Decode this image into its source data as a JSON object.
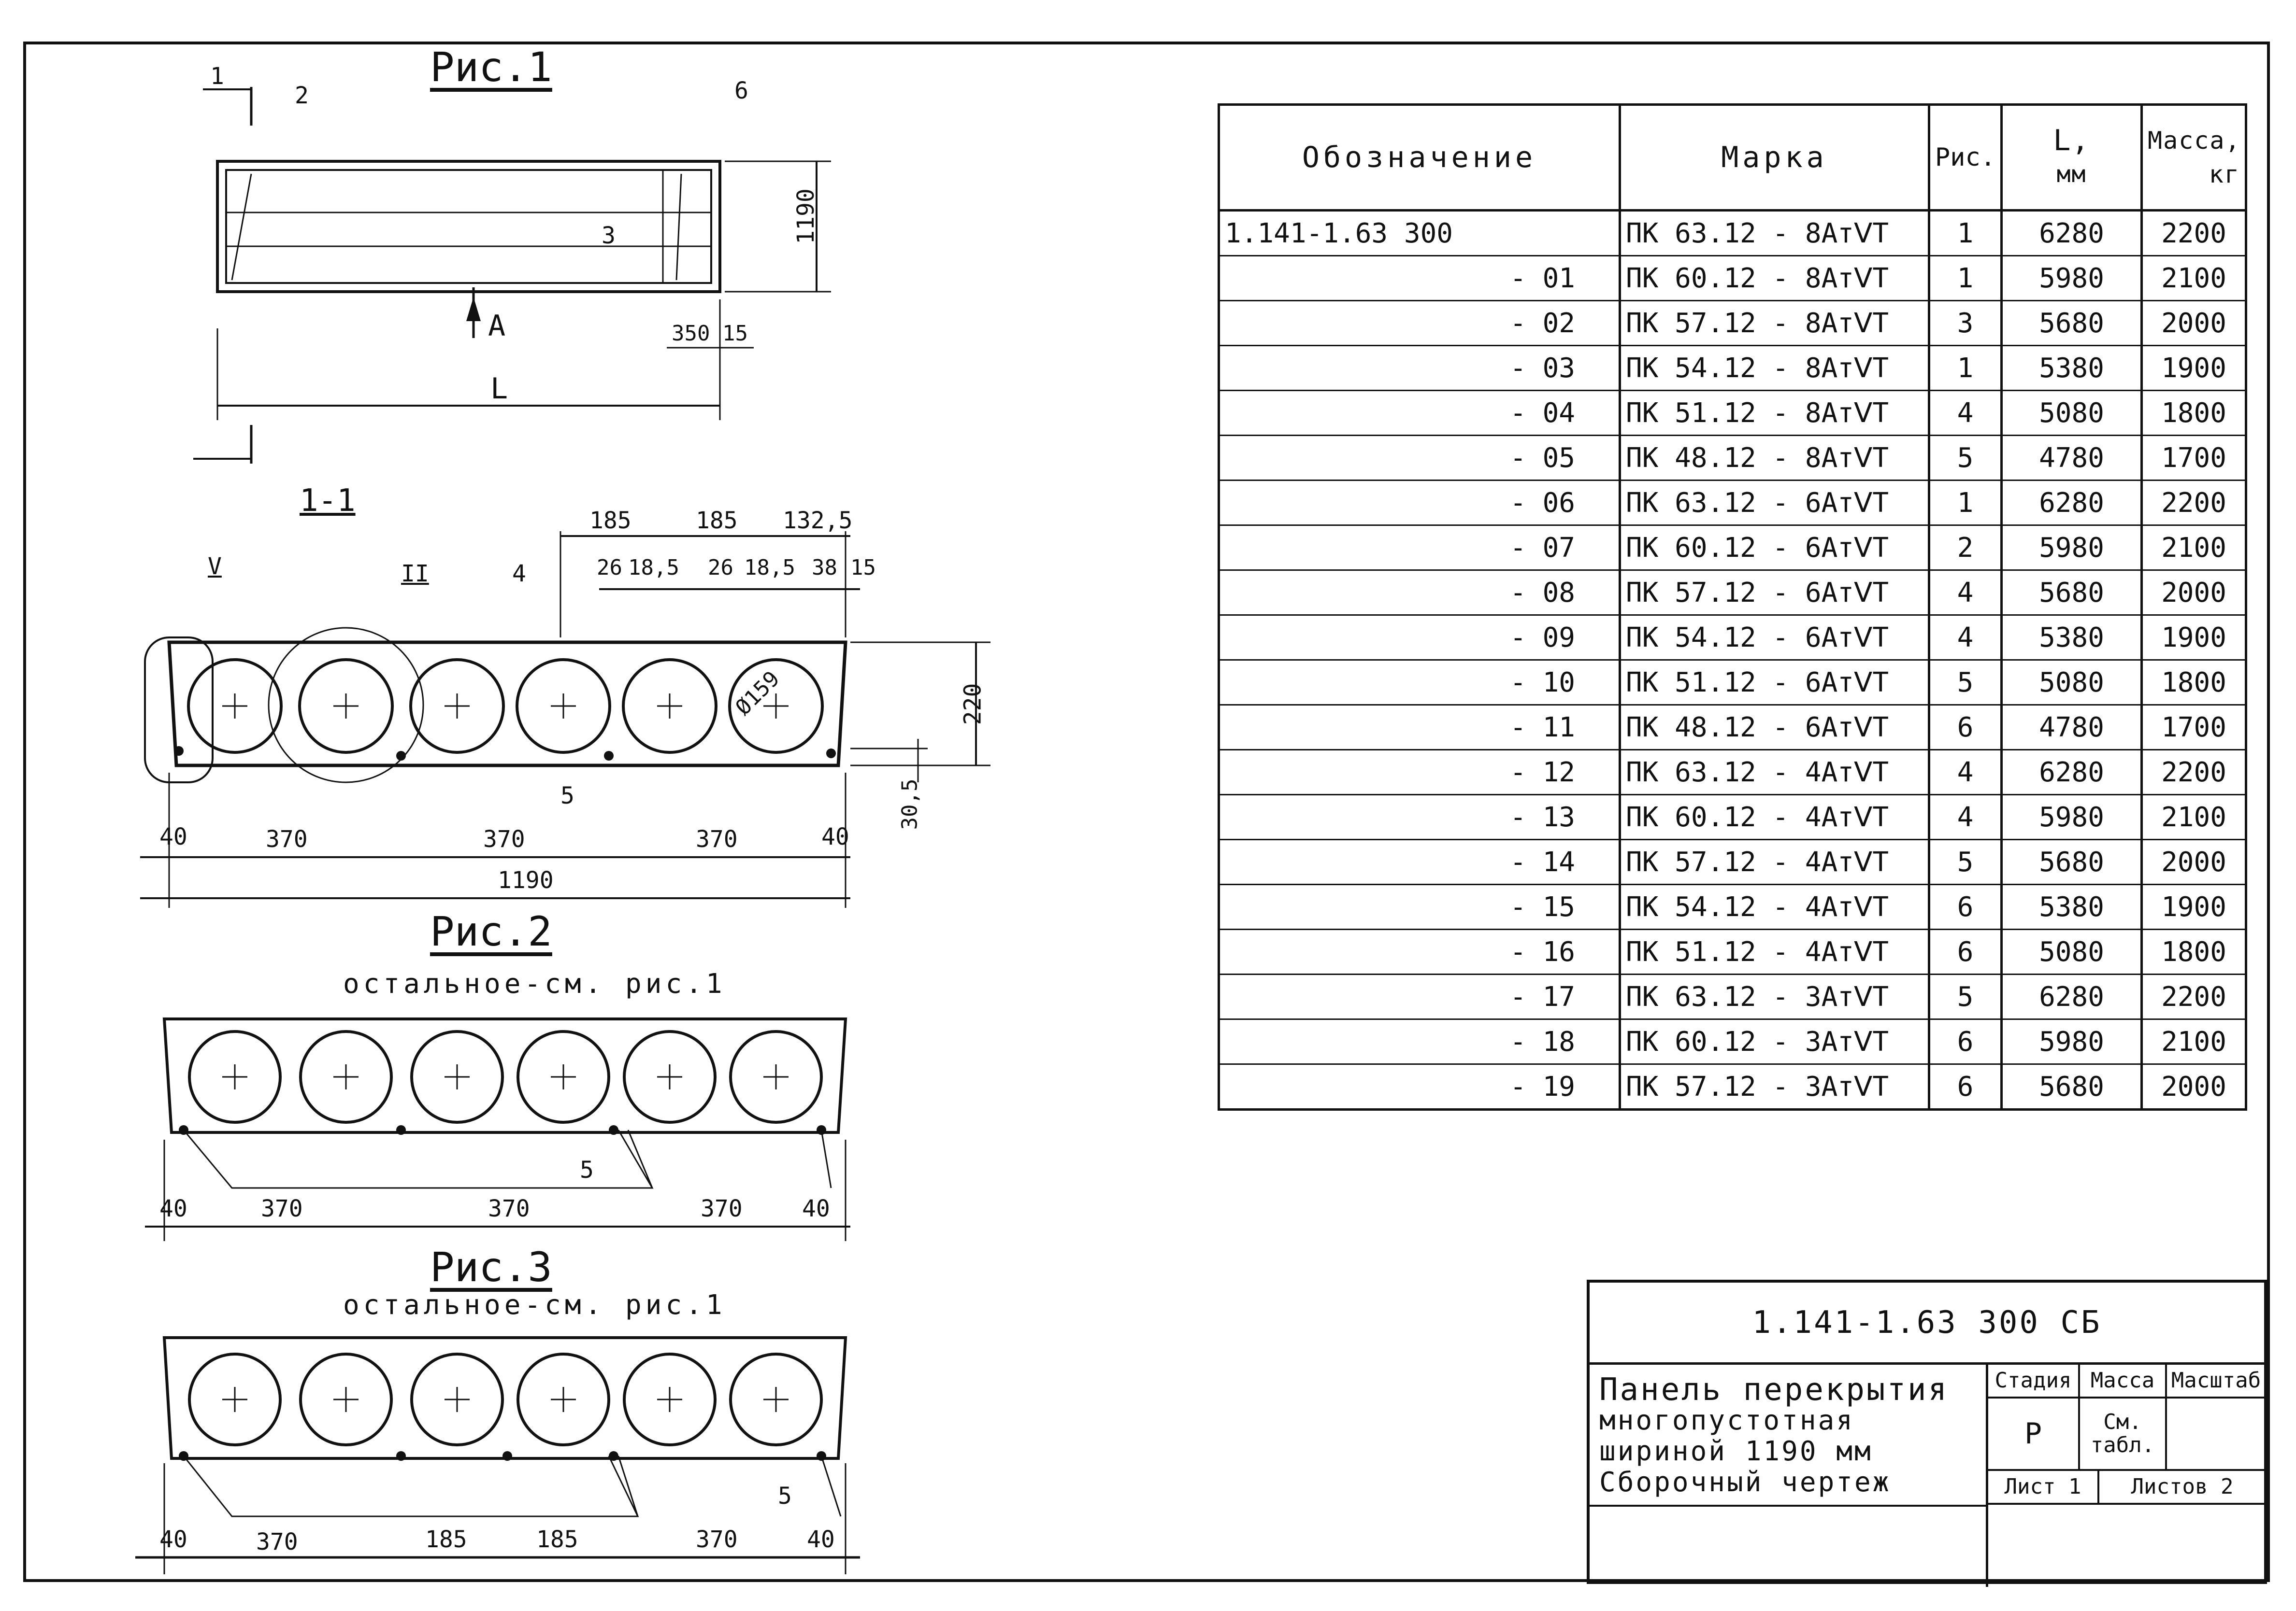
{
  "figures": {
    "fig1": {
      "title": "Рис.1",
      "section_label": "1-1",
      "view_label": "A",
      "length_label": "L",
      "dims": {
        "height": "1190",
        "end_a": "350",
        "end_b": "15"
      }
    },
    "section": {
      "callouts": [
        "1",
        "2",
        "3",
        "4",
        "5",
        "6",
        "V",
        "II"
      ],
      "top_dims": [
        "185",
        "185",
        "132,5"
      ],
      "top_dims2": [
        "26",
        "18,5",
        "26",
        "18,5",
        "38",
        "15"
      ],
      "bottom_dims": [
        "40",
        "370",
        "370",
        "370",
        "40"
      ],
      "total": "1190",
      "side_dims": [
        "220",
        "30,5"
      ],
      "hole": "Ø159"
    },
    "fig2": {
      "title": "Рис.2",
      "note": "остальное-см. рис.1",
      "dims": [
        "40",
        "370",
        "370",
        "370",
        "40"
      ],
      "callout": "5"
    },
    "fig3": {
      "title": "Рис.3",
      "note": "остальное-см. рис.1",
      "dims": [
        "40",
        "370",
        "185",
        "185",
        "370",
        "40"
      ],
      "callout": "5"
    }
  },
  "table": {
    "headers": {
      "designation": "Обозначение",
      "mark": "Марка",
      "fig": "Рис.",
      "length": "L,",
      "length_unit": "мм",
      "mass": "Масса,",
      "mass_unit": "кг"
    },
    "rows": [
      {
        "des": "1.141-1.63 300",
        "mark": "ПК 63.12 - 8АтⅤТ",
        "fig": "1",
        "L": "6280",
        "mass": "2200"
      },
      {
        "des": "- 01",
        "mark": "ПК 60.12 - 8АтⅤТ",
        "fig": "1",
        "L": "5980",
        "mass": "2100"
      },
      {
        "des": "- 02",
        "mark": "ПК 57.12 - 8АтⅤТ",
        "fig": "3",
        "L": "5680",
        "mass": "2000"
      },
      {
        "des": "- 03",
        "mark": "ПК 54.12 - 8АтⅤТ",
        "fig": "1",
        "L": "5380",
        "mass": "1900"
      },
      {
        "des": "- 04",
        "mark": "ПК 51.12 - 8АтⅤТ",
        "fig": "4",
        "L": "5080",
        "mass": "1800"
      },
      {
        "des": "- 05",
        "mark": "ПК 48.12 - 8АтⅤТ",
        "fig": "5",
        "L": "4780",
        "mass": "1700"
      },
      {
        "des": "- 06",
        "mark": "ПК 63.12 - 6АтⅤТ",
        "fig": "1",
        "L": "6280",
        "mass": "2200"
      },
      {
        "des": "- 07",
        "mark": "ПК 60.12 - 6АтⅤТ",
        "fig": "2",
        "L": "5980",
        "mass": "2100"
      },
      {
        "des": "- 08",
        "mark": "ПК 57.12 - 6АтⅤТ",
        "fig": "4",
        "L": "5680",
        "mass": "2000"
      },
      {
        "des": "- 09",
        "mark": "ПК 54.12 - 6АтⅤТ",
        "fig": "4",
        "L": "5380",
        "mass": "1900"
      },
      {
        "des": "- 10",
        "mark": "ПК 51.12 - 6АтⅤТ",
        "fig": "5",
        "L": "5080",
        "mass": "1800"
      },
      {
        "des": "- 11",
        "mark": "ПК 48.12 - 6АтⅤТ",
        "fig": "6",
        "L": "4780",
        "mass": "1700"
      },
      {
        "des": "- 12",
        "mark": "ПК 63.12 - 4АтⅤТ",
        "fig": "4",
        "L": "6280",
        "mass": "2200"
      },
      {
        "des": "- 13",
        "mark": "ПК 60.12 - 4АтⅤТ",
        "fig": "4",
        "L": "5980",
        "mass": "2100"
      },
      {
        "des": "- 14",
        "mark": "ПК 57.12 - 4АтⅤТ",
        "fig": "5",
        "L": "5680",
        "mass": "2000"
      },
      {
        "des": "- 15",
        "mark": "ПК 54.12 - 4АтⅤТ",
        "fig": "6",
        "L": "5380",
        "mass": "1900"
      },
      {
        "des": "- 16",
        "mark": "ПК 51.12 - 4АтⅤТ",
        "fig": "6",
        "L": "5080",
        "mass": "1800"
      },
      {
        "des": "- 17",
        "mark": "ПК 63.12 - 3АтⅤТ",
        "fig": "5",
        "L": "6280",
        "mass": "2200"
      },
      {
        "des": "- 18",
        "mark": "ПК 60.12 - 3АтⅤТ",
        "fig": "6",
        "L": "5980",
        "mass": "2100"
      },
      {
        "des": "- 19",
        "mark": "ПК 57.12 - 3АтⅤТ",
        "fig": "6",
        "L": "5680",
        "mass": "2000"
      }
    ]
  },
  "title_block": {
    "code": "1.141-1.63 300 СБ",
    "name": [
      "Панель перекрытия",
      "многопустотная",
      "шириной 1190 мм",
      "Сборочный чертеж"
    ],
    "stage_label": "Стадия",
    "stage": "Р",
    "mass_label": "Масса",
    "mass": "См. табл.",
    "scale_label": "Масштаб",
    "sheet": "Лист 1",
    "sheets": "Листов 2"
  }
}
